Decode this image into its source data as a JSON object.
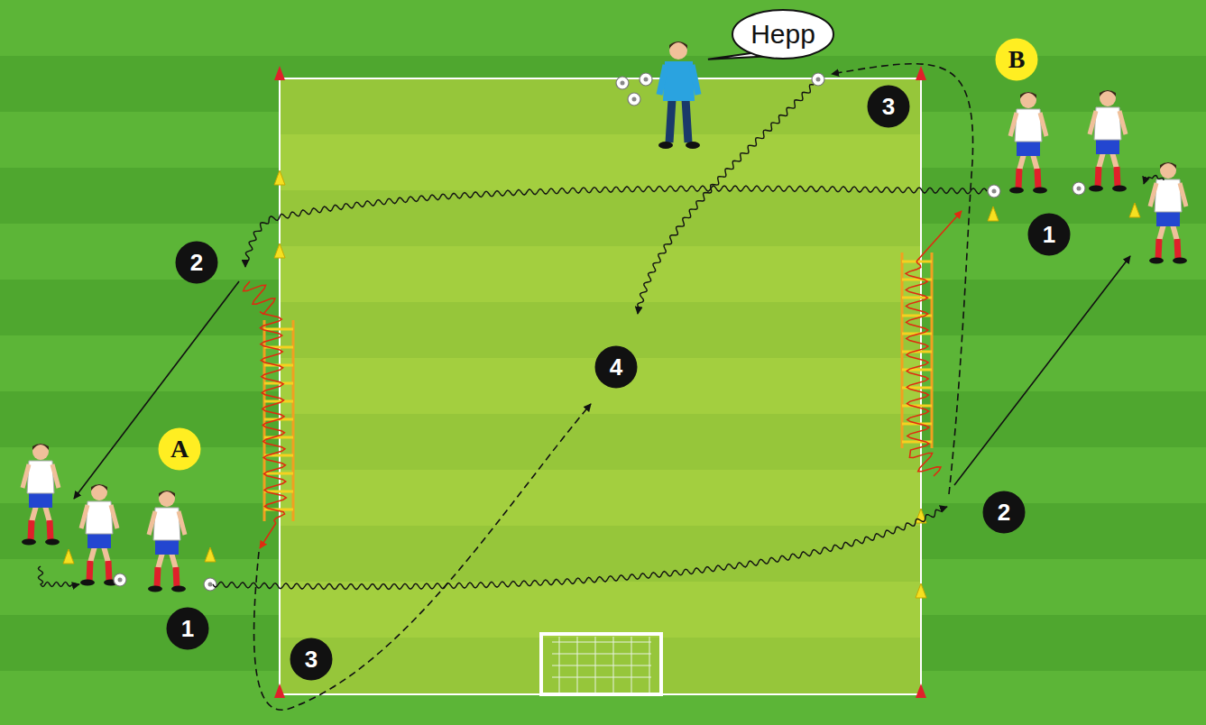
{
  "diagram": {
    "nodes": [
      {
        "text": [
          "Hepp"
        ]
      },
      {
        "text": [
          "B"
        ]
      },
      {
        "text": [
          "3"
        ]
      },
      {
        "text": [
          "2"
        ]
      },
      {
        "text": [
          "1"
        ]
      },
      {
        "text": [
          "4"
        ]
      },
      {
        "text": [
          "A"
        ]
      },
      {
        "text": [
          "2"
        ]
      },
      {
        "text": [
          "1"
        ]
      },
      {
        "text": [
          "3"
        ]
      }
    ]
  }
}
